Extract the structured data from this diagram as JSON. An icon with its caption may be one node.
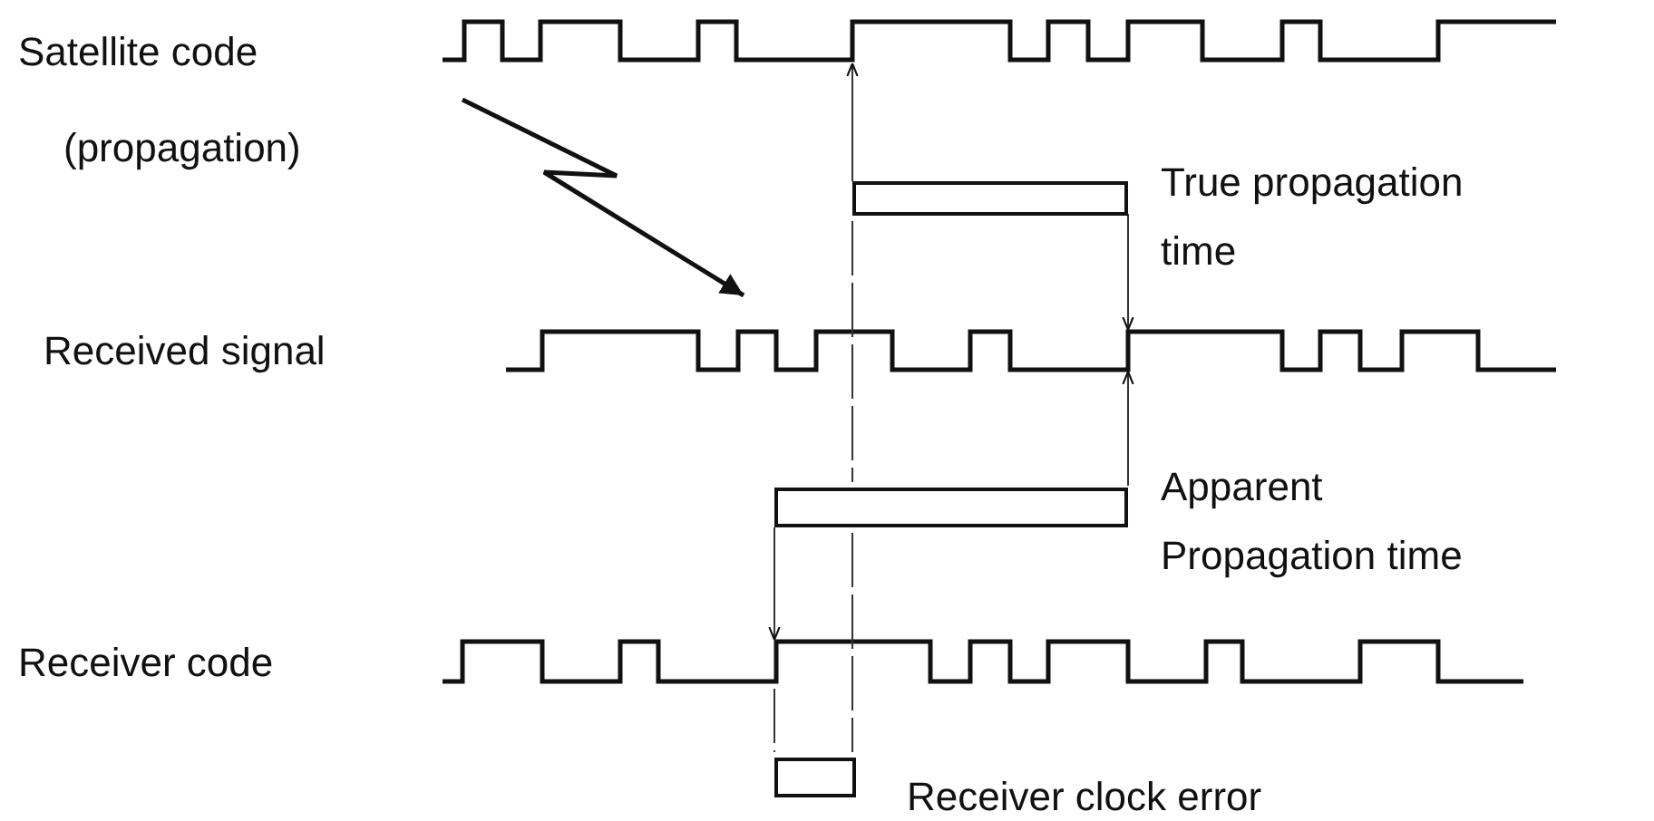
{
  "diagram": {
    "nodes": [
      {
        "text": [],
        "shape": "bar",
        "beside": [
          "True propagation time"
        ]
      },
      {
        "text": [],
        "shape": "bar",
        "beside": [
          "Apparent Propagation time"
        ]
      },
      {
        "text": [],
        "shape": "bar",
        "beside": [
          "Receiver clock error"
        ]
      }
    ],
    "labels": [
      "Satellite code",
      "(propagation)",
      "Received signal",
      "Receiver code"
    ]
  }
}
